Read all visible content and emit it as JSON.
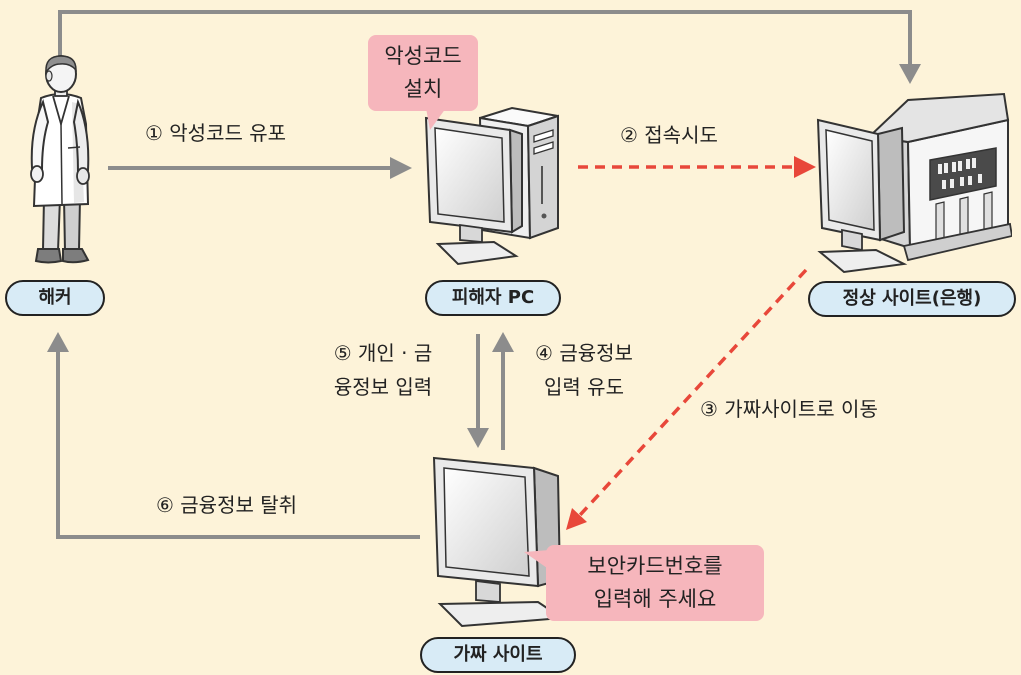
{
  "diagram": {
    "nodes": {
      "hacker": {
        "label": "해커"
      },
      "victim_pc": {
        "label": "피해자 PC"
      },
      "legit_site": {
        "label": "정상 사이트(은행)"
      },
      "fake_site": {
        "label": "가짜 사이트"
      }
    },
    "callouts": {
      "malware_install": {
        "lines": [
          "악성코드",
          "설치"
        ]
      },
      "security_card_prompt": {
        "lines": [
          "보안카드번호를",
          "입력해 주세요"
        ]
      }
    },
    "steps": {
      "step1": {
        "text": "① 악성코드 유포"
      },
      "step2": {
        "text": "② 접속시도"
      },
      "step3": {
        "text": "③ 가짜사이트로 이동"
      },
      "step4": {
        "lines": [
          "④ 금융정보",
          "입력 유도"
        ]
      },
      "step5": {
        "lines": [
          "⑤ 개인 · 금",
          "융정보 입력"
        ]
      },
      "step6": {
        "text": "⑥ 금융정보 탈취"
      }
    }
  },
  "icons": {
    "hacker": "hacker-figure-icon",
    "victim_pc": "desktop-computer-icon",
    "legit_site": "bank-building-icon",
    "fake_site": "monitor-icon"
  },
  "colors": {
    "background": "#fdf3d9",
    "arrow_gray": "#8c8c8c",
    "arrow_red": "#e8473a",
    "callout_pink": "#f6b6bc",
    "label_fill": "#d8ebf6",
    "outline": "#222222"
  }
}
